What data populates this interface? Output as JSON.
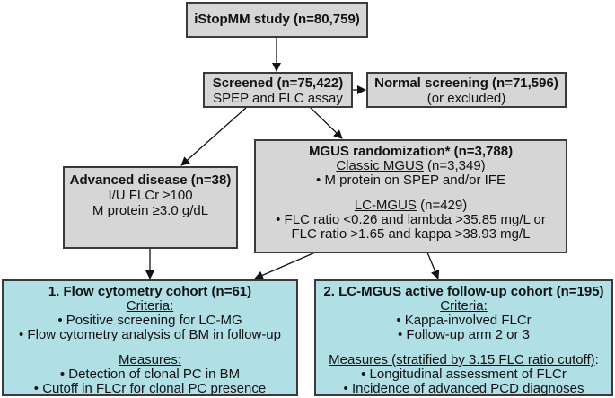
{
  "study": {
    "title": "iStopMM study (n=80,759)"
  },
  "screened": {
    "title": "Screened (n=75,422)",
    "subtitle": "SPEP and FLC assay"
  },
  "normal": {
    "title": "Normal screening (n=71,596)",
    "subtitle": "(or excluded)"
  },
  "advanced": {
    "title": "Advanced disease (n=38)",
    "lines": [
      "I/U FLCr ≥100",
      "M protein ≥3.0 g/dL"
    ]
  },
  "mgus": {
    "title": "MGUS randomization* (n=3,788)",
    "classic_heading": "Classic MGUS",
    "classic_count": " (n=3,349)",
    "classic_bullet": "• M protein on SPEP and/or IFE",
    "lc_heading": "LC-MGUS",
    "lc_count": " (n=429)",
    "lc_bullet_1": "• FLC ratio <0.26 and lambda >35.85 mg/L or",
    "lc_bullet_2": "FLC ratio >1.65 and kappa >38.93 mg/L"
  },
  "flow": {
    "title": "1. Flow cytometry cohort (n=61)",
    "criteria_heading": "Criteria:",
    "criteria": [
      "• Positive screening for LC-MG",
      "• Flow cytometry analysis of BM in follow-up"
    ],
    "measures_heading": "Measures:",
    "measures": [
      "• Detection of clonal PC in BM",
      "• Cutoff in FLCr for clonal PC presence"
    ]
  },
  "lcfollow": {
    "title": "2. LC-MGUS active follow-up cohort (n=195)",
    "criteria_heading": "Criteria:",
    "criteria": [
      "• Kappa-involved FLCr",
      "• Follow-up arm 2 or 3"
    ],
    "measures_heading": "Measures (stratified by 3.15 FLC ratio cutoff)",
    "measures_suffix": ":",
    "measures": [
      "• Longitudinal assessment of FLCr",
      "• Incidence of advanced PCD diagnoses"
    ]
  },
  "colors": {
    "gray_box": "#d6d6d6",
    "teal_box": "#b0dfe6",
    "border": "#3a3a3a"
  }
}
